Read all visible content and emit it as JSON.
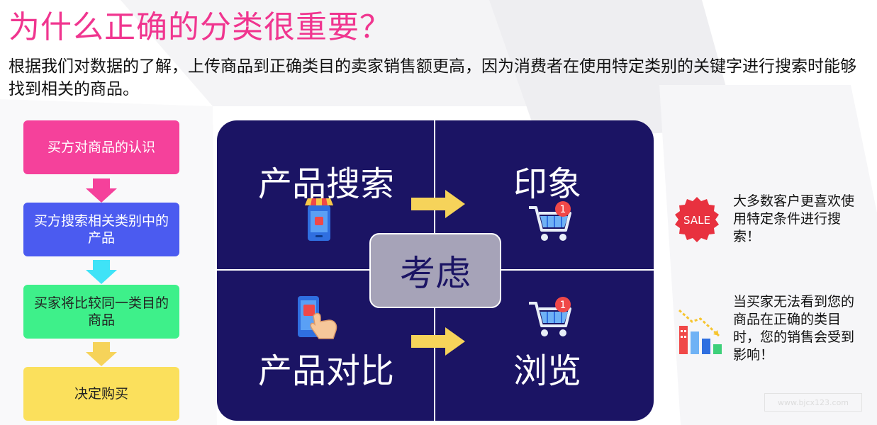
{
  "title": "为什么正确的分类很重要？",
  "intro": "根据我们对数据的了解，上传商品到正确类目的卖家销售额更高，因为消费者在使用特定类别的关键字进行搜索时能够找到相关的商品。",
  "flow": {
    "steps": [
      {
        "label": "买方对商品的认识",
        "color": "#f5419b",
        "text_color": "#ffffff"
      },
      {
        "label": "买方搜索相关类别中的产品",
        "color": "#4b5bf0",
        "text_color": "#ffffff"
      },
      {
        "label": "买家将比较同一类目的商品",
        "color": "#3ef08a",
        "text_color": "#222222"
      },
      {
        "label": "决定购买",
        "color": "#fbe05c",
        "text_color": "#222222"
      }
    ],
    "arrow_colors": [
      "#f5419b",
      "#3fe3f7",
      "#f6d35a"
    ]
  },
  "matrix": {
    "background": "#1b1464",
    "top_left": "产品搜索",
    "top_right": "印象",
    "bottom_left": "产品对比",
    "bottom_right": "浏览",
    "center": "考虑",
    "arrow_color": "#f6d35a"
  },
  "side": {
    "sale_badge": "SALE",
    "note1": "大多数客户更喜欢使用特定条件进行搜索！",
    "note2": "当买家无法看到您的商品在正确的类目时，您的销售会受到影响！"
  },
  "watermark": "www.bjcx123.com"
}
